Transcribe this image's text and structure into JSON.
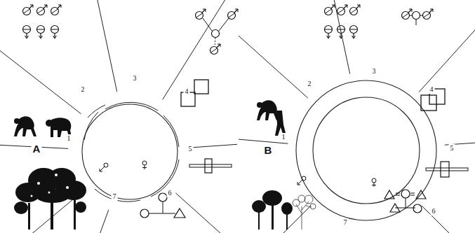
{
  "diagram": {
    "labels": [
      "A",
      "1",
      "2",
      "3",
      "4",
      "5",
      "6",
      "7",
      "B",
      "1",
      "2",
      "3",
      "4",
      "5",
      "6",
      "7"
    ]
  }
}
